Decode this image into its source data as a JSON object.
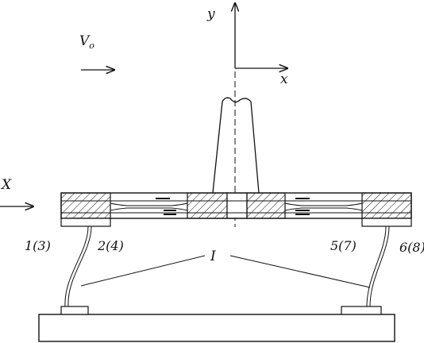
{
  "labels": {
    "y_axis": "y",
    "x_axis": "x",
    "flow_velocity": "V",
    "flow_velocity_sub": "o",
    "force_x": "X",
    "gauge_left_outer": "1(3)",
    "gauge_left_inner": "2(4)",
    "gauge_right_inner": "5(7)",
    "gauge_right_outer": "6(8)",
    "callout": "I"
  },
  "colors": {
    "ink": "#111111",
    "background": "#ffffff"
  }
}
